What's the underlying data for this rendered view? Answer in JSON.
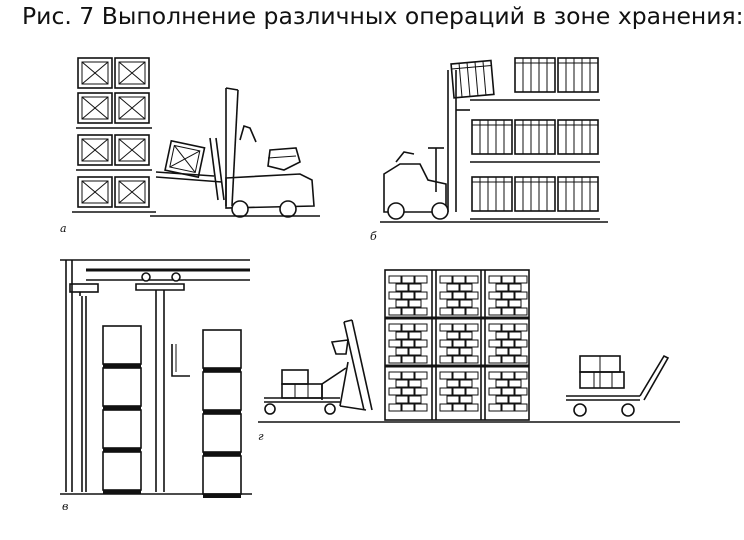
{
  "title": "Рис. 7 Выполнение различных операций в зоне хранения:",
  "panels": [
    {
      "label": "а"
    },
    {
      "label": "б"
    },
    {
      "label": "в"
    },
    {
      "label": "г"
    }
  ]
}
